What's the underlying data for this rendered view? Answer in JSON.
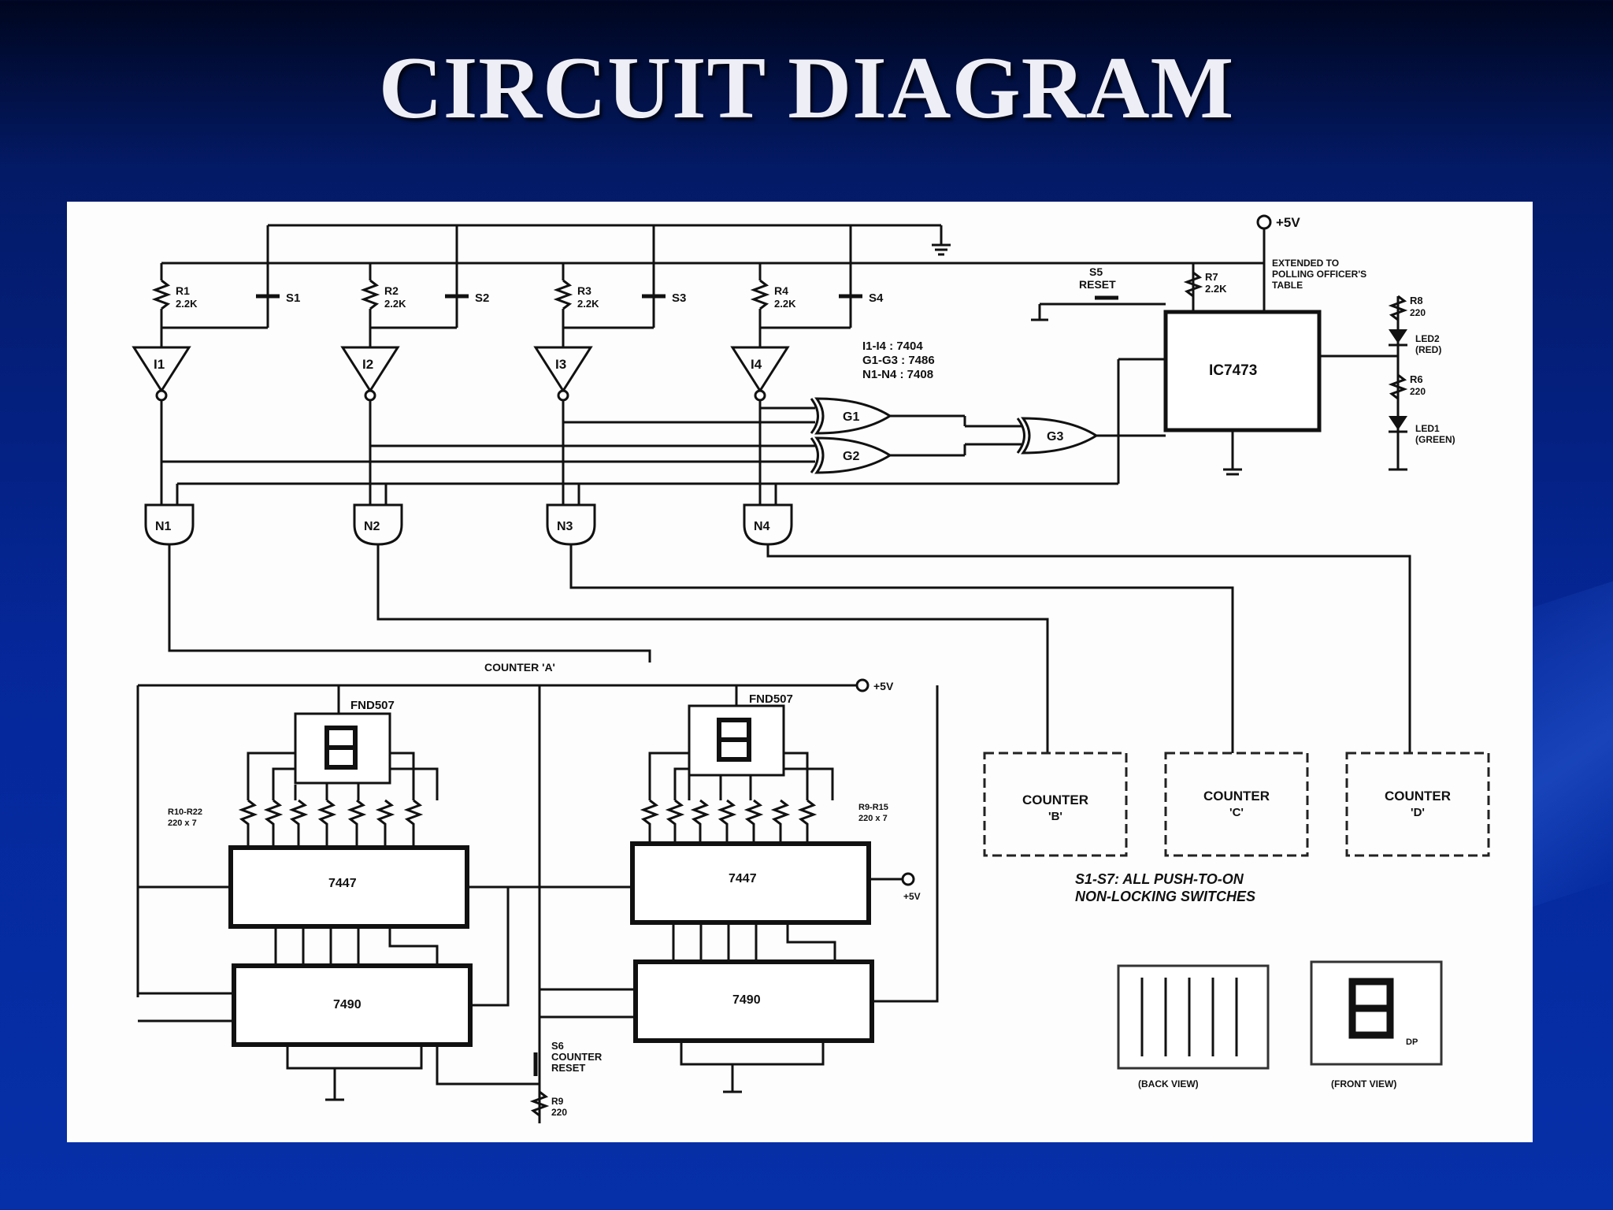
{
  "slide": {
    "title": "CIRCUIT DIAGRAM"
  },
  "diagram": {
    "supply": "+5V",
    "reset_switch": [
      "S5",
      "RESET"
    ],
    "extended_note": [
      "EXTENDED TO",
      "POLLING OFFICER'S",
      "TABLE"
    ],
    "resistors": {
      "r1": [
        "R1",
        "2.2K"
      ],
      "r2": [
        "R2",
        "2.2K"
      ],
      "r3": [
        "R3",
        "2.2K"
      ],
      "r4": [
        "R4",
        "2.2K"
      ],
      "r7": [
        "R7",
        "2.2K"
      ],
      "r8": [
        "R8",
        "220"
      ],
      "r6": [
        "R6",
        "220"
      ]
    },
    "switches": [
      "S1",
      "S2",
      "S3",
      "S4"
    ],
    "inverters": [
      "I1",
      "I2",
      "I3",
      "I4"
    ],
    "ic_note": [
      "I1-I4 : 7404",
      "G1-G3 : 7486",
      "N1-N4 : 7408"
    ],
    "xor_gates": [
      "G1",
      "G2",
      "G3"
    ],
    "latch": {
      "label": "IC7473"
    },
    "leds": {
      "led2": [
        "LED2",
        "(RED)"
      ],
      "led1": [
        "LED1",
        "(GREEN)"
      ]
    },
    "and_gates": [
      "N1",
      "N2",
      "N3",
      "N4"
    ],
    "counter_a": {
      "label": "COUNTER 'A'",
      "vcc": "+5V"
    },
    "display_left": "FND507",
    "display_right": "FND507",
    "res_array_left": [
      "R10-R22",
      "220 x 7"
    ],
    "res_array_right": [
      "R9-R15",
      "220 x 7"
    ],
    "decoder_label": "7447",
    "counter_ic_label": "7490",
    "counter_reset": [
      "S6",
      "COUNTER",
      "RESET"
    ],
    "r_bottom": [
      "R9",
      "220"
    ],
    "vcc_right": "+5V",
    "counters": [
      [
        "COUNTER",
        "'B'"
      ],
      [
        "COUNTER",
        "'C'"
      ],
      [
        "COUNTER",
        "'D'"
      ]
    ],
    "switch_note": [
      "S1-S7: ALL PUSH-TO-ON",
      "NON-LOCKING SWITCHES"
    ],
    "back_view": "(BACK VIEW)",
    "front_view": "(FRONT VIEW)",
    "seg_dp": "DP"
  }
}
